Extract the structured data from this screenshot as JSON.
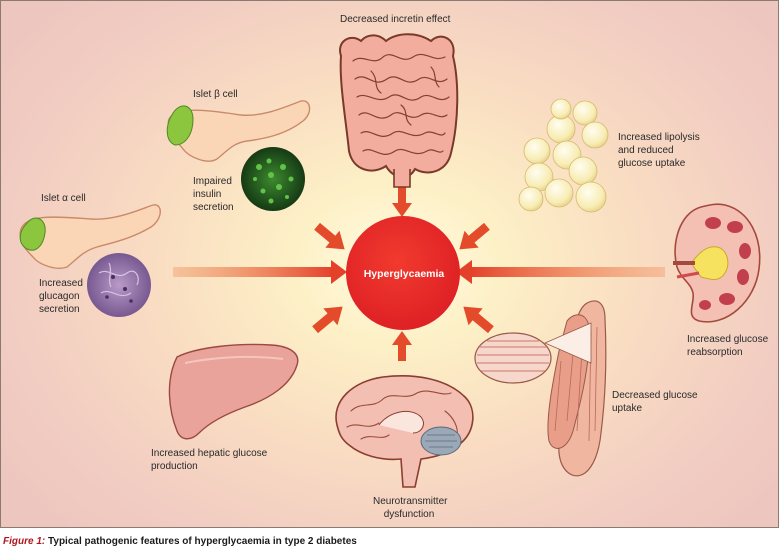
{
  "hub": {
    "label": "Hyperglycaemia"
  },
  "labels": {
    "incretin": "Decreased incretin effect",
    "beta_cell": "Islet β cell",
    "insulin": "Impaired insulin secretion",
    "alpha_cell": "Islet α cell",
    "glucagon": "Increased glucagon secretion",
    "lipolysis": "Increased lipolysis and reduced glucose uptake",
    "reabsorption": "Increased glucose reabsorption",
    "muscle": "Decreased glucose uptake",
    "hepatic": "Increased hepatic glucose production",
    "neuro": "Neurotransmitter dysfunction"
  },
  "caption": {
    "label": "Figure 1:",
    "text": "Typical pathogenic features of hyperglycaemia in type 2 diabetes"
  },
  "colors": {
    "hub": "#e8292c",
    "arrow": "#e44b2a",
    "tissue_pink": "#f4b8a8",
    "organ_outline": "#7a3a2a",
    "islet_green": "#8cc63f"
  }
}
